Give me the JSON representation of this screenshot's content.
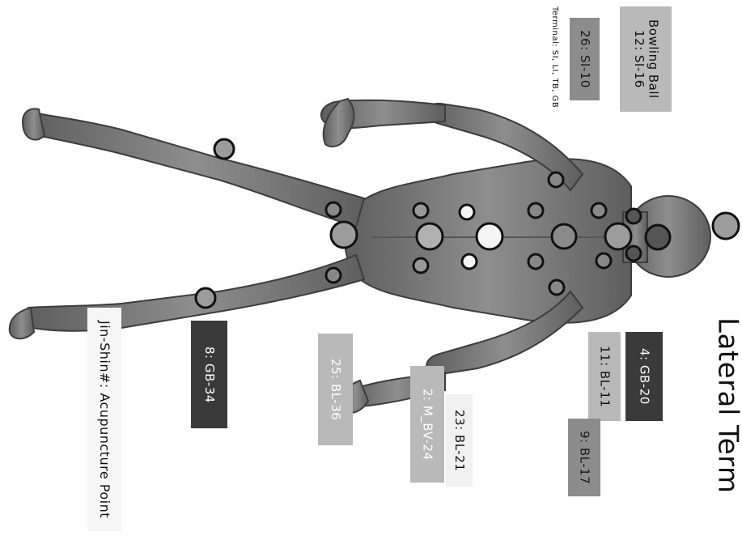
{
  "title": "Lateral Term",
  "terminal_note": "Terminal: SI, LI, TB, GB",
  "legend": "Jin-Shin#: Acupuncture Point",
  "labels": {
    "bowling_ball_line1": "Bowling Ball",
    "bowling_ball_line2": "12: SI-16",
    "si10": "26: SI-10",
    "gb20": "4: GB-20",
    "bl11": "11: BL-11",
    "bl17": "9: BL-17",
    "bl21": "23: BL-21",
    "bv24": "2: M_BV-24",
    "bl36": "25: BL-36",
    "gb34": "8: GB-34"
  },
  "colors": {
    "dark_box": "#3a3a3a",
    "mid_box": "#8c8c8c",
    "light_box": "#b9b9b9",
    "pale_box": "#f1f1f1",
    "body": "#7a7a7a"
  }
}
